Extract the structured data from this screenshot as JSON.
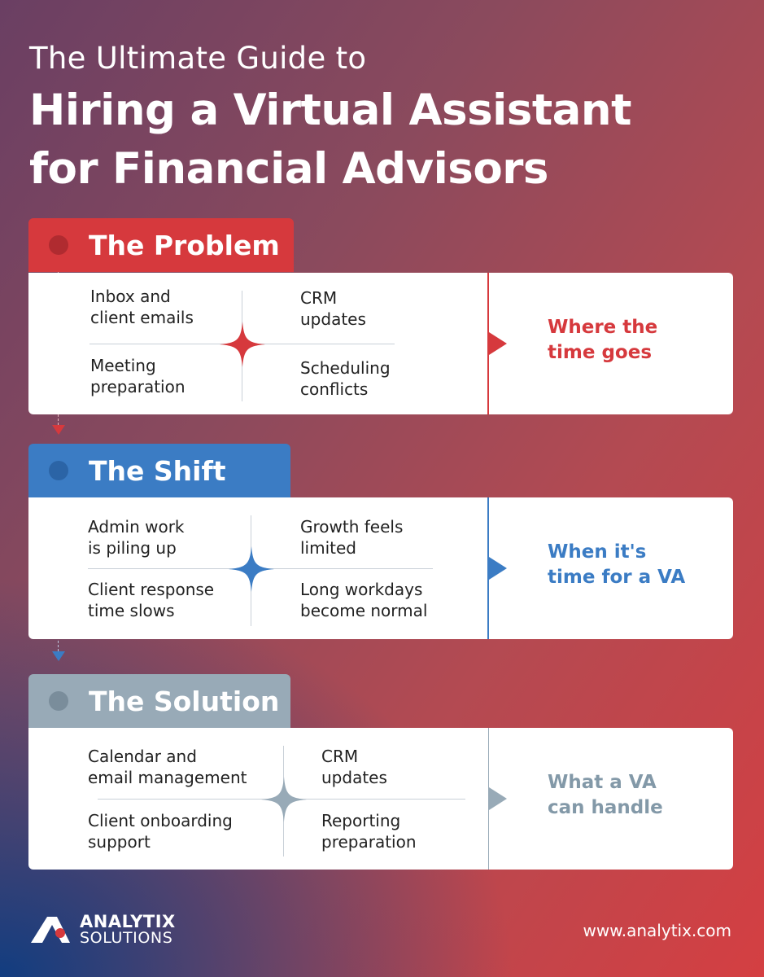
{
  "header": {
    "line1": "The Ultimate Guide to",
    "line2": "Hiring a Virtual Assistant",
    "line3": "for Financial Advisors"
  },
  "sections": [
    {
      "title": "The Problem",
      "color": "#d6393d",
      "items": [
        {
          "line1": "Inbox and",
          "line2": "client emails"
        },
        {
          "line1": "CRM",
          "line2": "updates"
        },
        {
          "line1": "Meeting",
          "line2": "preparation"
        },
        {
          "line1": "Scheduling",
          "line2": "conflicts"
        }
      ],
      "callout": {
        "line1": "Where the",
        "line2": "time goes"
      }
    },
    {
      "title": "The Shift",
      "color": "#3b7cc4",
      "items": [
        {
          "line1": "Admin work",
          "line2": "is piling up"
        },
        {
          "line1": "Growth feels",
          "line2": "limited"
        },
        {
          "line1": "Client response",
          "line2": "time slows"
        },
        {
          "line1": "Long workdays",
          "line2": "become normal"
        }
      ],
      "callout": {
        "line1": "When it's",
        "line2": "time for a VA"
      }
    },
    {
      "title": "The Solution",
      "color": "#98aab7",
      "items": [
        {
          "line1": "Calendar and",
          "line2": "email management"
        },
        {
          "line1": "CRM",
          "line2": "updates"
        },
        {
          "line1": "Client onboarding",
          "line2": "support"
        },
        {
          "line1": "Reporting",
          "line2": "preparation"
        }
      ],
      "callout": {
        "line1": "What a VA",
        "line2": "can handle"
      }
    }
  ],
  "footer": {
    "logo_line1": "ANALYTIX",
    "logo_line2": "SOLUTIONS",
    "url": "www.analytix.com"
  },
  "icons": {
    "star": "four-point-star-icon",
    "arrow": "triangle-right-icon",
    "logo": "analytix-logo-icon"
  }
}
